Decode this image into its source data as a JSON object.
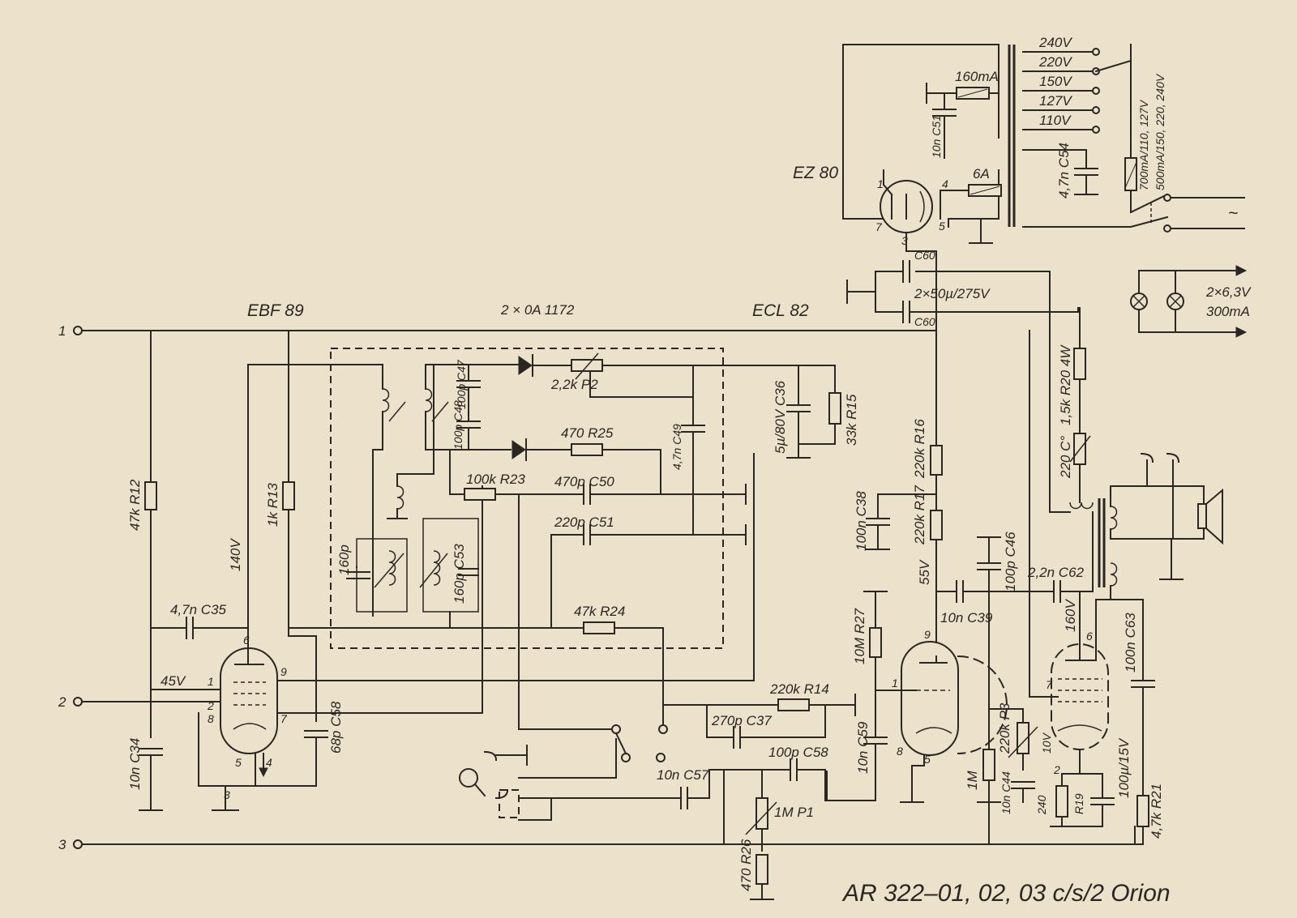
{
  "tubes": {
    "preamp": "EBF 89",
    "diodes": "2 × 0A 1172",
    "output": "ECL 82",
    "rectifier": "EZ 80"
  },
  "terminals": {
    "t1": "1",
    "t2": "2",
    "t3": "3"
  },
  "pins": {
    "ebf_6": "6",
    "ebf_9": "9",
    "ebf_1": "1",
    "ebf_7": "7",
    "ebf_2": "2",
    "ebf_8": "8",
    "ebf_5": "5",
    "ebf_4": "4",
    "ebf_3": "3",
    "ecl_9": "9",
    "ecl_1": "1",
    "ecl_8": "8",
    "ecl_5": "5",
    "ecl_6": "6",
    "ecl_7": "7",
    "ecl_2": "2",
    "ez_1": "1",
    "ez_4": "4",
    "ez_7": "7",
    "ez_5": "5",
    "ez_3": "3"
  },
  "voltages": {
    "v140": "140V",
    "v45": "45V",
    "v55": "55V",
    "v160": "160V",
    "v10": "10V",
    "v240": "240"
  },
  "mains_taps": [
    "240V",
    "220V",
    "150V",
    "127V",
    "110V"
  ],
  "fuses": {
    "f160": "160mA",
    "f6a": "6A",
    "mains_fuse_line1": "700mA/110, 127V",
    "mains_fuse_line2": "500mA/150, 220, 240V"
  },
  "symbols": {
    "ac": "~"
  },
  "supply": {
    "cap_value": "2×50µ/275V",
    "cap_c60a": "C60",
    "cap_c60b": "C60",
    "lamp_line1": "2×6,3V",
    "lamp_line2": "300mA"
  },
  "components": {
    "r12": "47k R12",
    "r13": "1k R13",
    "c35": "4,7n C35",
    "c34": "10n C34",
    "c58a": "68p C58",
    "p2": "2,2k P2",
    "c47": "100p C47",
    "c48": "100p C48",
    "c49": "4,7n C49",
    "r25": "470 R25",
    "r23": "100k R23",
    "c50": "470p C50",
    "c51": "220p C51",
    "c53": "160p C53",
    "c160": "160p",
    "r24": "47k R24",
    "c36": "5µ/80V C36",
    "r15": "33k R15",
    "r16": "220k R16",
    "r17": "220k R17",
    "c38": "100n C38",
    "c39": "10n C39",
    "c46": "100p C46",
    "c62": "2,2n C62",
    "r27": "10M R27",
    "r14": "220k R14",
    "c37": "270p C37",
    "c58b": "100p C58",
    "c57": "10n C57",
    "c59": "10n C59",
    "p1": "1M P1",
    "r26": "470 R26",
    "r1m": "1M",
    "p3": "220k P3",
    "c44": "10n C44",
    "r19": "R19",
    "c45": "100µ/15V",
    "r20": "1,5k R20 4W",
    "th": "220 C°",
    "c63": "100n C63",
    "r21": "4,7k R21",
    "c51b": "10n C51",
    "c54": "4,7n C54"
  },
  "caption": "AR 322–01, 02, 03 c/s/2   Orion"
}
